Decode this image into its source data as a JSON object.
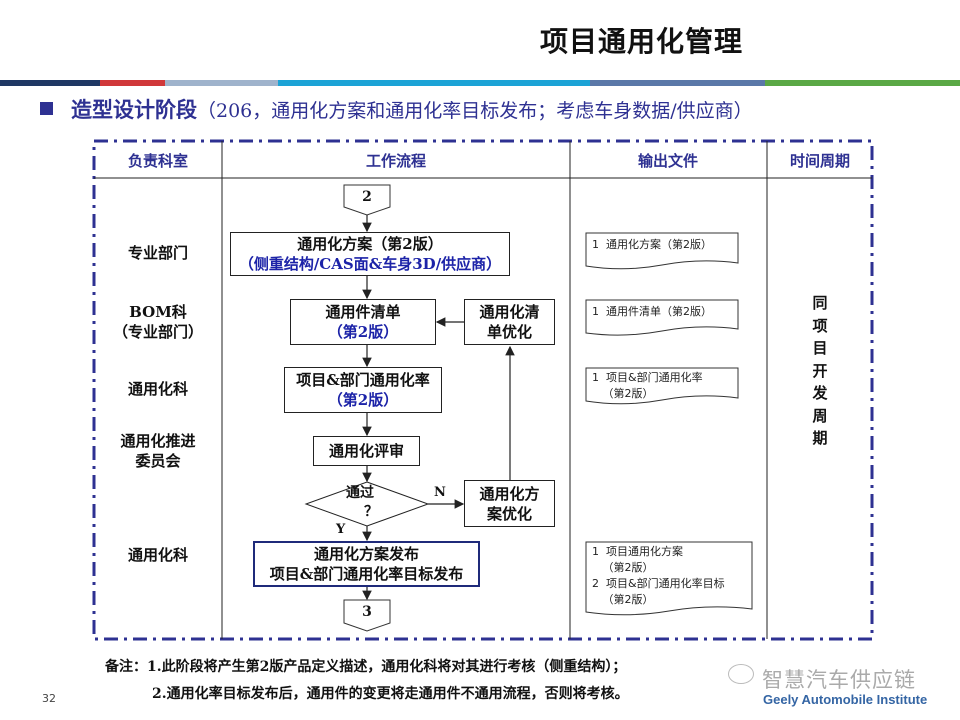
{
  "title": "项目通用化管理",
  "colors": {
    "accent": "#2e3192",
    "bar": [
      "#1f3864",
      "#d0383a",
      "#9fb3cc",
      "#1ca3d6",
      "#5a78a8",
      "#5aa845"
    ]
  },
  "subtitle": {
    "main": "造型设计阶段",
    "detail": "（206，通用化方案和通用化率目标发布；考虑车身数据/供应商）"
  },
  "table": {
    "headers": [
      "负责科室",
      "工作流程",
      "输出文件",
      "时间周期"
    ],
    "departments": [
      {
        "lines": [
          "专业部门"
        ]
      },
      {
        "lines": [
          "BOM科",
          "（专业部门）"
        ]
      },
      {
        "lines": [
          "通用化科"
        ]
      },
      {
        "lines": [
          "通用化推进",
          "委员会"
        ]
      },
      {
        "lines": [
          "通用化科"
        ]
      }
    ],
    "flow": {
      "start": "2",
      "plan": {
        "line1": "通用化方案（第2版）",
        "line2": "（侧重结构/CAS面&车身3D/供应商）"
      },
      "parts_list": {
        "line1": "通用件清单",
        "line2": "（第2版）"
      },
      "list_optimize": {
        "line1": "通用化清",
        "line2": "单优化"
      },
      "rate": {
        "line1": "项目&部门通用化率",
        "line2": "（第2版）"
      },
      "review": "通用化评审",
      "decision": {
        "line1": "通过",
        "line2": "？"
      },
      "no": "N",
      "yes": "Y",
      "plan_optimize": {
        "line1": "通用化方",
        "line2": "案优化"
      },
      "release": {
        "line1": "通用化方案发布",
        "line2": "项目&部门通用化率目标发布"
      },
      "end": "3"
    },
    "outputs": [
      "1  通用化方案（第2版）",
      "1  通用件清单（第2版）",
      "1  项目&部门通用化率\n   （第2版）",
      "1  项目通用化方案\n   （第2版）\n2  项目&部门通用化率目标\n   （第2版）"
    ],
    "period": "同项目开发周期"
  },
  "notes": [
    "备注：1.此阶段将产生第2版产品定义描述，通用化科将对其进行考核（侧重结构）；",
    "2.通用化率目标发布后，通用件的变更将走通用件不通用流程，否则将考核。"
  ],
  "page_number": "32",
  "watermark": {
    "text": "智慧汽车供应链",
    "org": "Geely Automobile Institute"
  }
}
